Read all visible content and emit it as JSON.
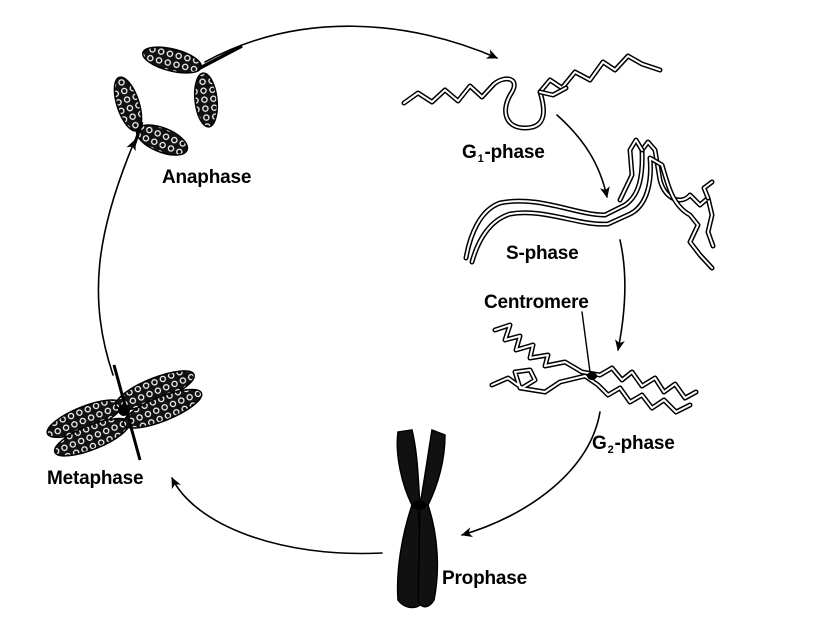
{
  "labels": {
    "g1": {
      "pre": "G",
      "sub": "1",
      "post": "-phase"
    },
    "s": "S-phase",
    "centromere": "Centromere",
    "g2": {
      "pre": "G",
      "sub": "2",
      "post": "-phase"
    },
    "prophase": "Prophase",
    "metaphase": "Metaphase",
    "anaphase": "Anaphase"
  },
  "colors": {
    "ink": "#000000",
    "background": "#ffffff"
  }
}
